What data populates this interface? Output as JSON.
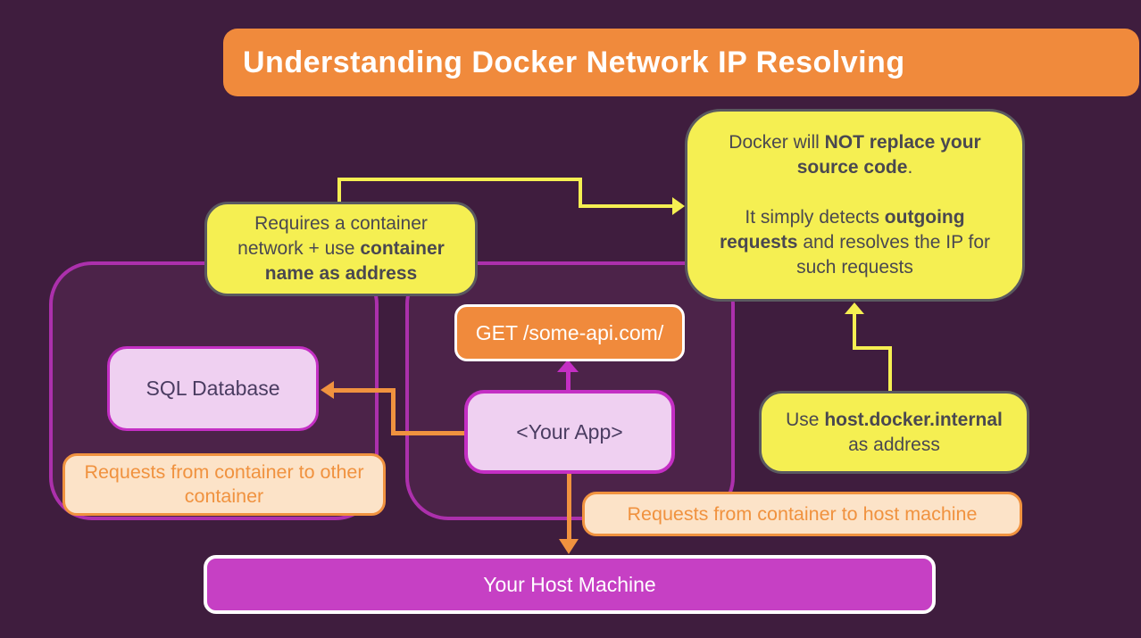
{
  "title": {
    "text": "Understanding Docker Network IP Resolving"
  },
  "colors": {
    "background": "#3F1D3E",
    "network_fill": "#4C2349",
    "network_border": "#AC30AC",
    "yellow": "#F5EF52",
    "yellow_note_border": "#5A5960",
    "yellow_note_text": "#4A4850",
    "orange": "#F08A3C",
    "orange_accent": "#F0923F",
    "peach_fill": "#FCE3C8",
    "magenta": "#C42FC4",
    "host_bar_fill": "#C640C4",
    "pink_node_fill": "#EFD0F1",
    "pink_node_text": "#4A3C61",
    "white": "#FFFFFF"
  },
  "nodes": {
    "requires_note": {
      "pre": "Requires a container network + use ",
      "bold": "container name as address"
    },
    "docker_note": {
      "p1_pre": "Docker will ",
      "p1_bold": "NOT replace your source code",
      "p1_post": ".",
      "p2_pre": "It simply detects ",
      "p2_bold": "outgoing requests",
      "p2_post": " and resolves the IP for such requests"
    },
    "host_internal_note": {
      "pre": "Use ",
      "bold": "host.docker.internal",
      "post": " as address"
    },
    "get_request": {
      "label": "GET /some-api.com/"
    },
    "sql_database": {
      "label": "SQL Database"
    },
    "your_app": {
      "label": "<Your App>"
    },
    "requests_container_to_container": {
      "label": "Requests from container to other container"
    },
    "requests_container_to_host": {
      "label": "Requests from container to host machine"
    },
    "your_host_machine": {
      "label": "Your Host Machine"
    }
  }
}
